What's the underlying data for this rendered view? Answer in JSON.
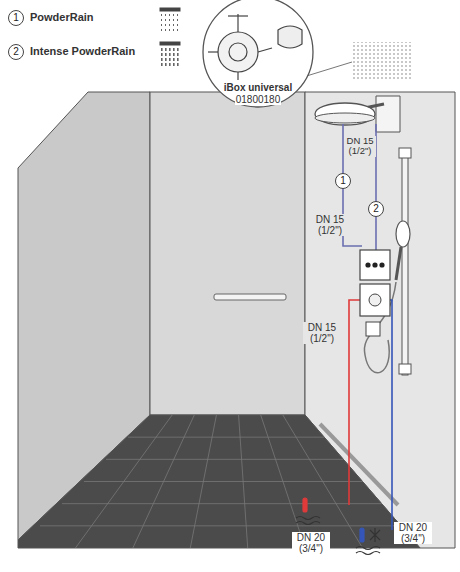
{
  "diagram": {
    "nodes": [
      {
        "text": [
          "1"
        ]
      },
      {
        "text": [
          "2"
        ]
      },
      {
        "text": [
          "1"
        ]
      },
      {
        "text": [
          "2"
        ]
      }
    ],
    "labels": [
      "PowderRain",
      "Intense PowderRain",
      "iBox universal",
      "01800180",
      "DN 15 (1/2\")",
      "DN 15 (1/2\")",
      "DN 15 (1/2\")",
      "DN 20 (3/4\")",
      "DN 20 (3/4\")"
    ]
  }
}
